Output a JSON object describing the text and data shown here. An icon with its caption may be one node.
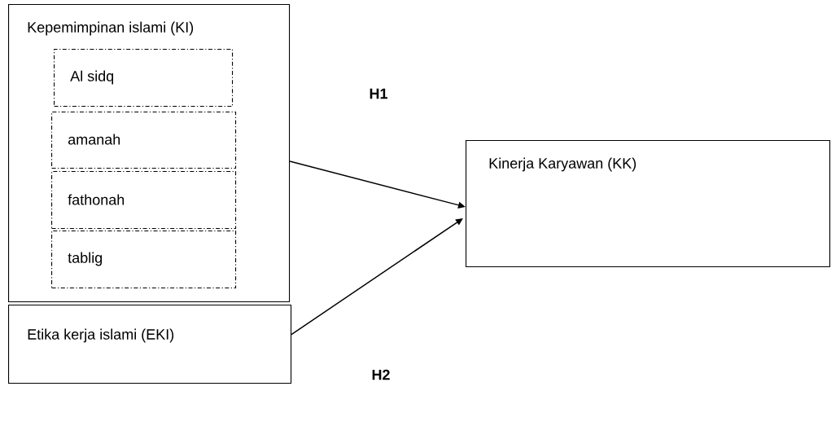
{
  "diagram": {
    "nodes": [
      {
        "text": [
          "Kepemimpinan islami (KI)"
        ]
      },
      {
        "text": [
          "Al sidq"
        ],
        "in": 0
      },
      {
        "text": [
          "amanah"
        ],
        "in": 0
      },
      {
        "text": [
          "fathonah"
        ],
        "in": 0
      },
      {
        "text": [
          "tablig"
        ],
        "in": 0
      },
      {
        "text": [
          "Etika kerja islami (EKI)"
        ]
      },
      {
        "text": [
          "Kinerja Karyawan (KK)"
        ]
      }
    ],
    "edges": [
      {
        "from": 0,
        "to": 6,
        "arrow": "to"
      },
      {
        "from": 5,
        "to": 6,
        "arrow": "to"
      }
    ],
    "labels": [
      "H1",
      "H2"
    ]
  }
}
